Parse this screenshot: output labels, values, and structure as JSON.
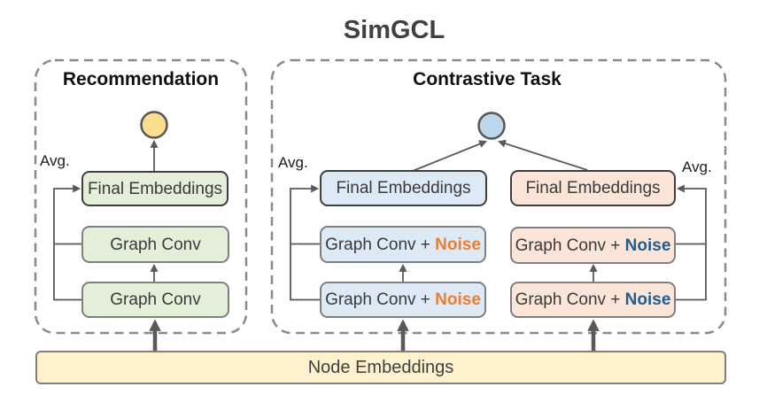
{
  "title": "SimGCL",
  "recommendation": {
    "title": "Recommendation",
    "avg_label": "Avg.",
    "final_label": "Final Embeddings",
    "convs": [
      "Graph Conv",
      "Graph Conv"
    ]
  },
  "contrastive": {
    "title": "Contrastive Task",
    "left": {
      "avg_label": "Avg.",
      "final_label": "Final Embeddings",
      "convs": [
        {
          "text": "Graph Conv + ",
          "noise": "Noise"
        },
        {
          "text": "Graph Conv + ",
          "noise": "Noise"
        }
      ]
    },
    "right": {
      "avg_label": "Avg.",
      "final_label": "Final Embeddings",
      "convs": [
        {
          "text": "Graph Conv + ",
          "noise": "Noise"
        },
        {
          "text": "Graph Conv + ",
          "noise": "Noise"
        }
      ]
    }
  },
  "node_embeddings": {
    "label": "Node Embeddings"
  },
  "colors": {
    "line": "#595959",
    "dash_border": "#8a8a8a",
    "box_border": "#7f7f7f",
    "dark_border": "#3e3e3e",
    "circle_border": "#565656",
    "green_fill": "#e4efda",
    "blue_fill": "#dde9f5",
    "pink_fill": "#fbe5d8",
    "yellow_fill": "#fbde8d",
    "blue_node_fill": "#bcd6eb",
    "node_fill": "#fdf2cc",
    "noise_orange": "#ed7d31",
    "noise_blue": "#215e8f",
    "text_dark": "#3a3a3a",
    "title_color": "#404040"
  }
}
